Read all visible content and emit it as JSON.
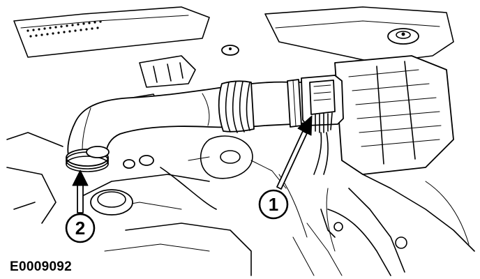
{
  "figure_id": "E0009092",
  "callouts": [
    {
      "label": "1"
    },
    {
      "label": "2"
    }
  ]
}
